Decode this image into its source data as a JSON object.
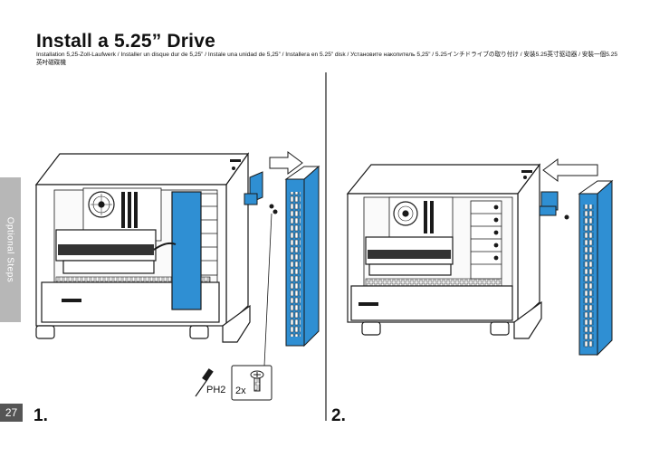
{
  "header": {
    "title": "Install a 5.25” Drive",
    "subtitle": "Installation 5,25-Zoll-Laufwerk / Installer un disque dur de 5,25” / Instale una unidad de 5,25” / Installera en 5.25” disk / Установите накопитель 5,25” / 5.25インチドライブの取り付け / 安装5.25英寸驱动器 / 安裝一個5.25 英吋磁碟機"
  },
  "side_tab": {
    "label": "Optional Steps"
  },
  "page_number": "27",
  "steps": [
    {
      "number": "1.",
      "tool": "PH2",
      "screw_count": "2x",
      "arrow_direction": "right"
    },
    {
      "number": "2.",
      "arrow_direction": "left"
    }
  ],
  "colors": {
    "accent_blue": "#2f8fd3",
    "line": "#1a1a1a",
    "tab_gray": "#b7b7b7",
    "page_box": "#555555"
  }
}
